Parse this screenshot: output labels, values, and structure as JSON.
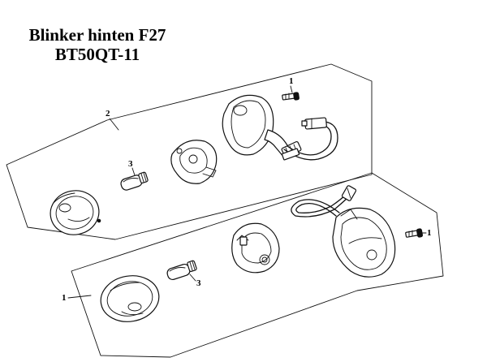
{
  "title": {
    "line1": "Blinker hinten F27",
    "line2": "BT50QT-11"
  },
  "callouts": {
    "upper_assembly": "2",
    "upper_screw": "1",
    "upper_bulb": "3",
    "lower_assembly": "1",
    "lower_bulb": "3",
    "lower_screw": "1"
  }
}
